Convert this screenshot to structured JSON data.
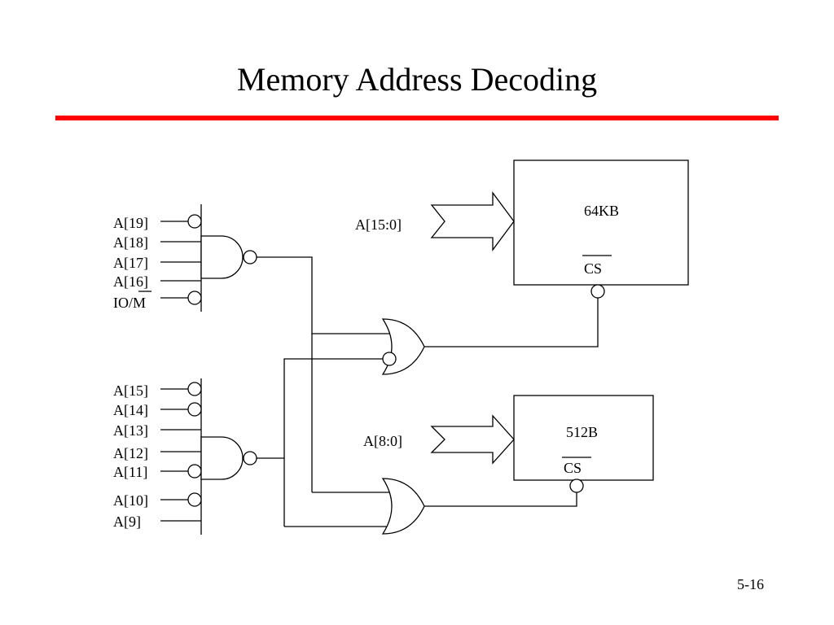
{
  "slide": {
    "title": "Memory Address Decoding",
    "page_number": "5-16",
    "accent_color": "#ff0000"
  },
  "diagram": {
    "decoder_1": {
      "inputs": [
        "A[19]",
        "A[18]",
        "A[17]",
        "A[16]",
        "IO/M"
      ],
      "inverted": [
        true,
        false,
        false,
        false,
        true
      ]
    },
    "decoder_2": {
      "inputs": [
        "A[15]",
        "A[14]",
        "A[13]",
        "A[12]",
        "A[11]",
        "A[10]",
        "A[9]"
      ],
      "inverted": [
        true,
        true,
        false,
        false,
        true,
        true,
        false
      ]
    },
    "memory_64kb": {
      "label": "64KB",
      "chip_select": "CS",
      "address_bus": "A[15:0]"
    },
    "memory_512b": {
      "label": "512B",
      "chip_select": "CS",
      "address_bus": "A[8:0]"
    }
  }
}
